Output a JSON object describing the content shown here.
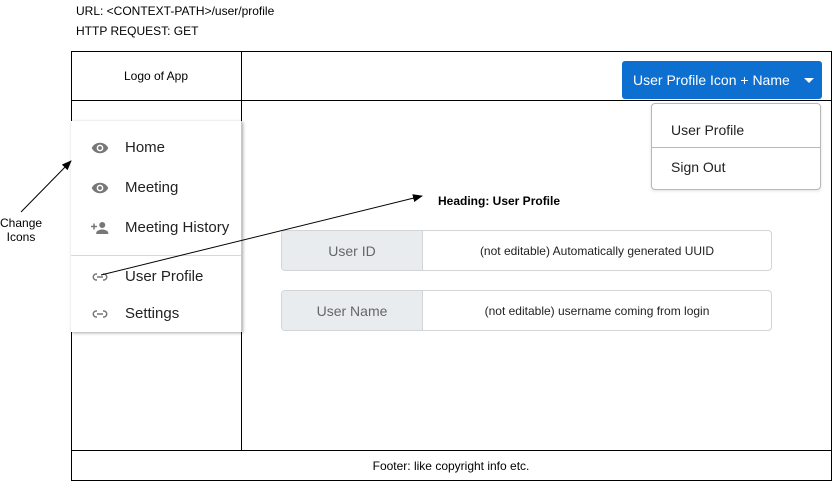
{
  "meta": {
    "url": "URL: <CONTEXT-PATH>/user/profile",
    "http_request": "HTTP REQUEST: GET"
  },
  "header": {
    "logo": "Logo of App",
    "profile_button": "User Profile Icon + Name",
    "dropdown": [
      "User Profile",
      "Sign Out"
    ]
  },
  "sidebar": {
    "items": [
      {
        "label": "Home",
        "icon": "eye-icon"
      },
      {
        "label": "Meeting",
        "icon": "eye-icon"
      },
      {
        "label": "Meeting History",
        "icon": "person-add-icon"
      },
      {
        "label": "User Profile",
        "icon": "link-icon"
      },
      {
        "label": "Settings",
        "icon": "link-icon"
      }
    ]
  },
  "main": {
    "heading": "Heading: User Profile",
    "fields": [
      {
        "label": "User ID",
        "value": "(not editable) Automatically generated UUID"
      },
      {
        "label": "User Name",
        "value": "(not editable) username coming from login"
      }
    ]
  },
  "footer": {
    "text": "Footer: like copyright info etc."
  },
  "annotation": {
    "line1": "Change",
    "line2": "Icons"
  },
  "colors": {
    "primary": "#0d6fd0",
    "field_label_bg": "#e9ecef",
    "icon": "#777777"
  }
}
